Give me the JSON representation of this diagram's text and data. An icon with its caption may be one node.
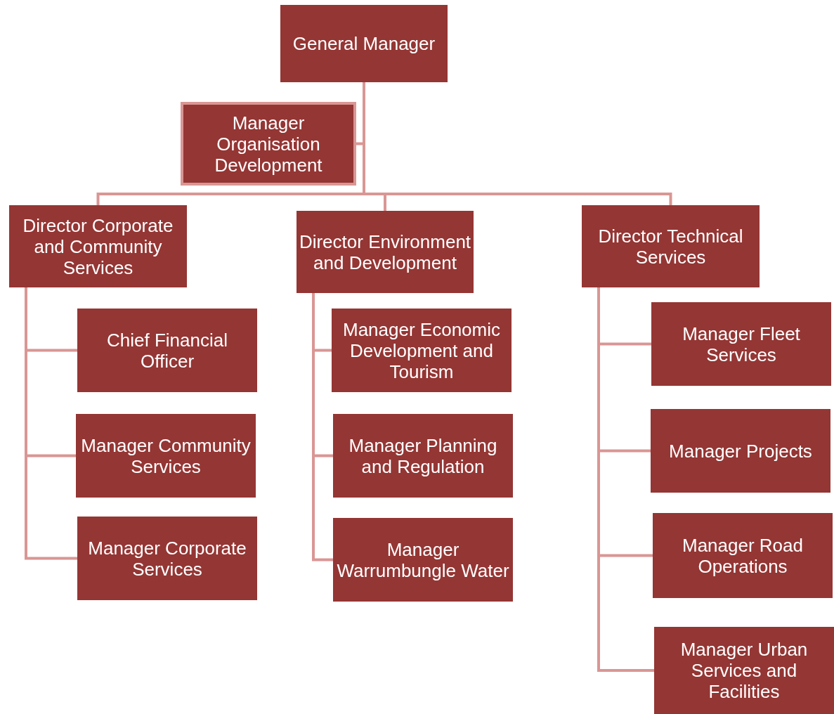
{
  "diagram": {
    "nodes": [
      {
        "text": [
          "General Manager"
        ]
      },
      {
        "text": [
          "Manager Organisation Development"
        ]
      },
      {
        "text": [
          "Director Corporate and Community Services"
        ]
      },
      {
        "text": [
          "Director Environment and Development"
        ]
      },
      {
        "text": [
          "Director Technical Services"
        ]
      },
      {
        "text": [
          "Chief Financial Officer"
        ]
      },
      {
        "text": [
          "Manager Community Services"
        ]
      },
      {
        "text": [
          "Manager Corporate Services"
        ]
      },
      {
        "text": [
          "Manager Economic Development and Tourism"
        ]
      },
      {
        "text": [
          "Manager Planning and Regulation"
        ]
      },
      {
        "text": [
          "Manager Warrumbungle Water"
        ]
      },
      {
        "text": [
          "Manager Fleet Services"
        ]
      },
      {
        "text": [
          "Manager Projects"
        ]
      },
      {
        "text": [
          "Manager Road Operations"
        ]
      },
      {
        "text": [
          "Manager Urban Services and Facilities"
        ]
      }
    ],
    "edges": [
      {
        "from": 0,
        "to": 1,
        "arrow": "none"
      },
      {
        "from": 0,
        "to": 2,
        "arrow": "none"
      },
      {
        "from": 0,
        "to": 3,
        "arrow": "none"
      },
      {
        "from": 0,
        "to": 4,
        "arrow": "none"
      },
      {
        "from": 2,
        "to": 5,
        "arrow": "none"
      },
      {
        "from": 2,
        "to": 6,
        "arrow": "none"
      },
      {
        "from": 2,
        "to": 7,
        "arrow": "none"
      },
      {
        "from": 3,
        "to": 8,
        "arrow": "none"
      },
      {
        "from": 3,
        "to": 9,
        "arrow": "none"
      },
      {
        "from": 3,
        "to": 10,
        "arrow": "none"
      },
      {
        "from": 4,
        "to": 11,
        "arrow": "none"
      },
      {
        "from": 4,
        "to": 12,
        "arrow": "none"
      },
      {
        "from": 4,
        "to": 13,
        "arrow": "none"
      },
      {
        "from": 4,
        "to": 14,
        "arrow": "none"
      }
    ]
  }
}
